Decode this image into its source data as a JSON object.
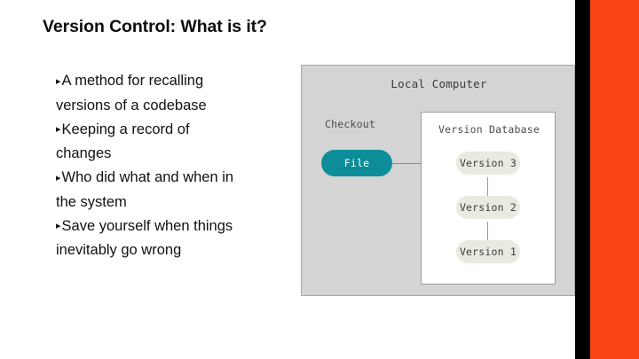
{
  "slide": {
    "title": "Version Control: What is it?",
    "bullet_marker": "▸",
    "bullets": [
      "A method for recalling versions of a codebase",
      "Keeping a record of changes",
      "Who did what and when in the system",
      "Save yourself when things inevitably go wrong"
    ],
    "bullet_lines": [
      "A method for recalling",
      "versions of a codebase",
      "Keeping a record of",
      "changes",
      "Who did what and when in",
      "the system",
      "Save yourself when things",
      "inevitably go wrong"
    ]
  },
  "diagram": {
    "title": "Local Computer",
    "checkout_label": "Checkout",
    "file_node": "File",
    "database": {
      "title": "Version Database",
      "versions": [
        {
          "label": "Version 3"
        },
        {
          "label": "Version 2"
        },
        {
          "label": "Version 1"
        }
      ]
    }
  },
  "colors": {
    "accent_orange": "#fa4616",
    "accent_black": "#000000",
    "diagram_background": "#d4d4d4",
    "database_background": "#ffffff",
    "file_node": "#0d8d99",
    "version_node": "#eaeae0",
    "connector": "#8c8c8c",
    "title_text": "#0d0d0d"
  }
}
